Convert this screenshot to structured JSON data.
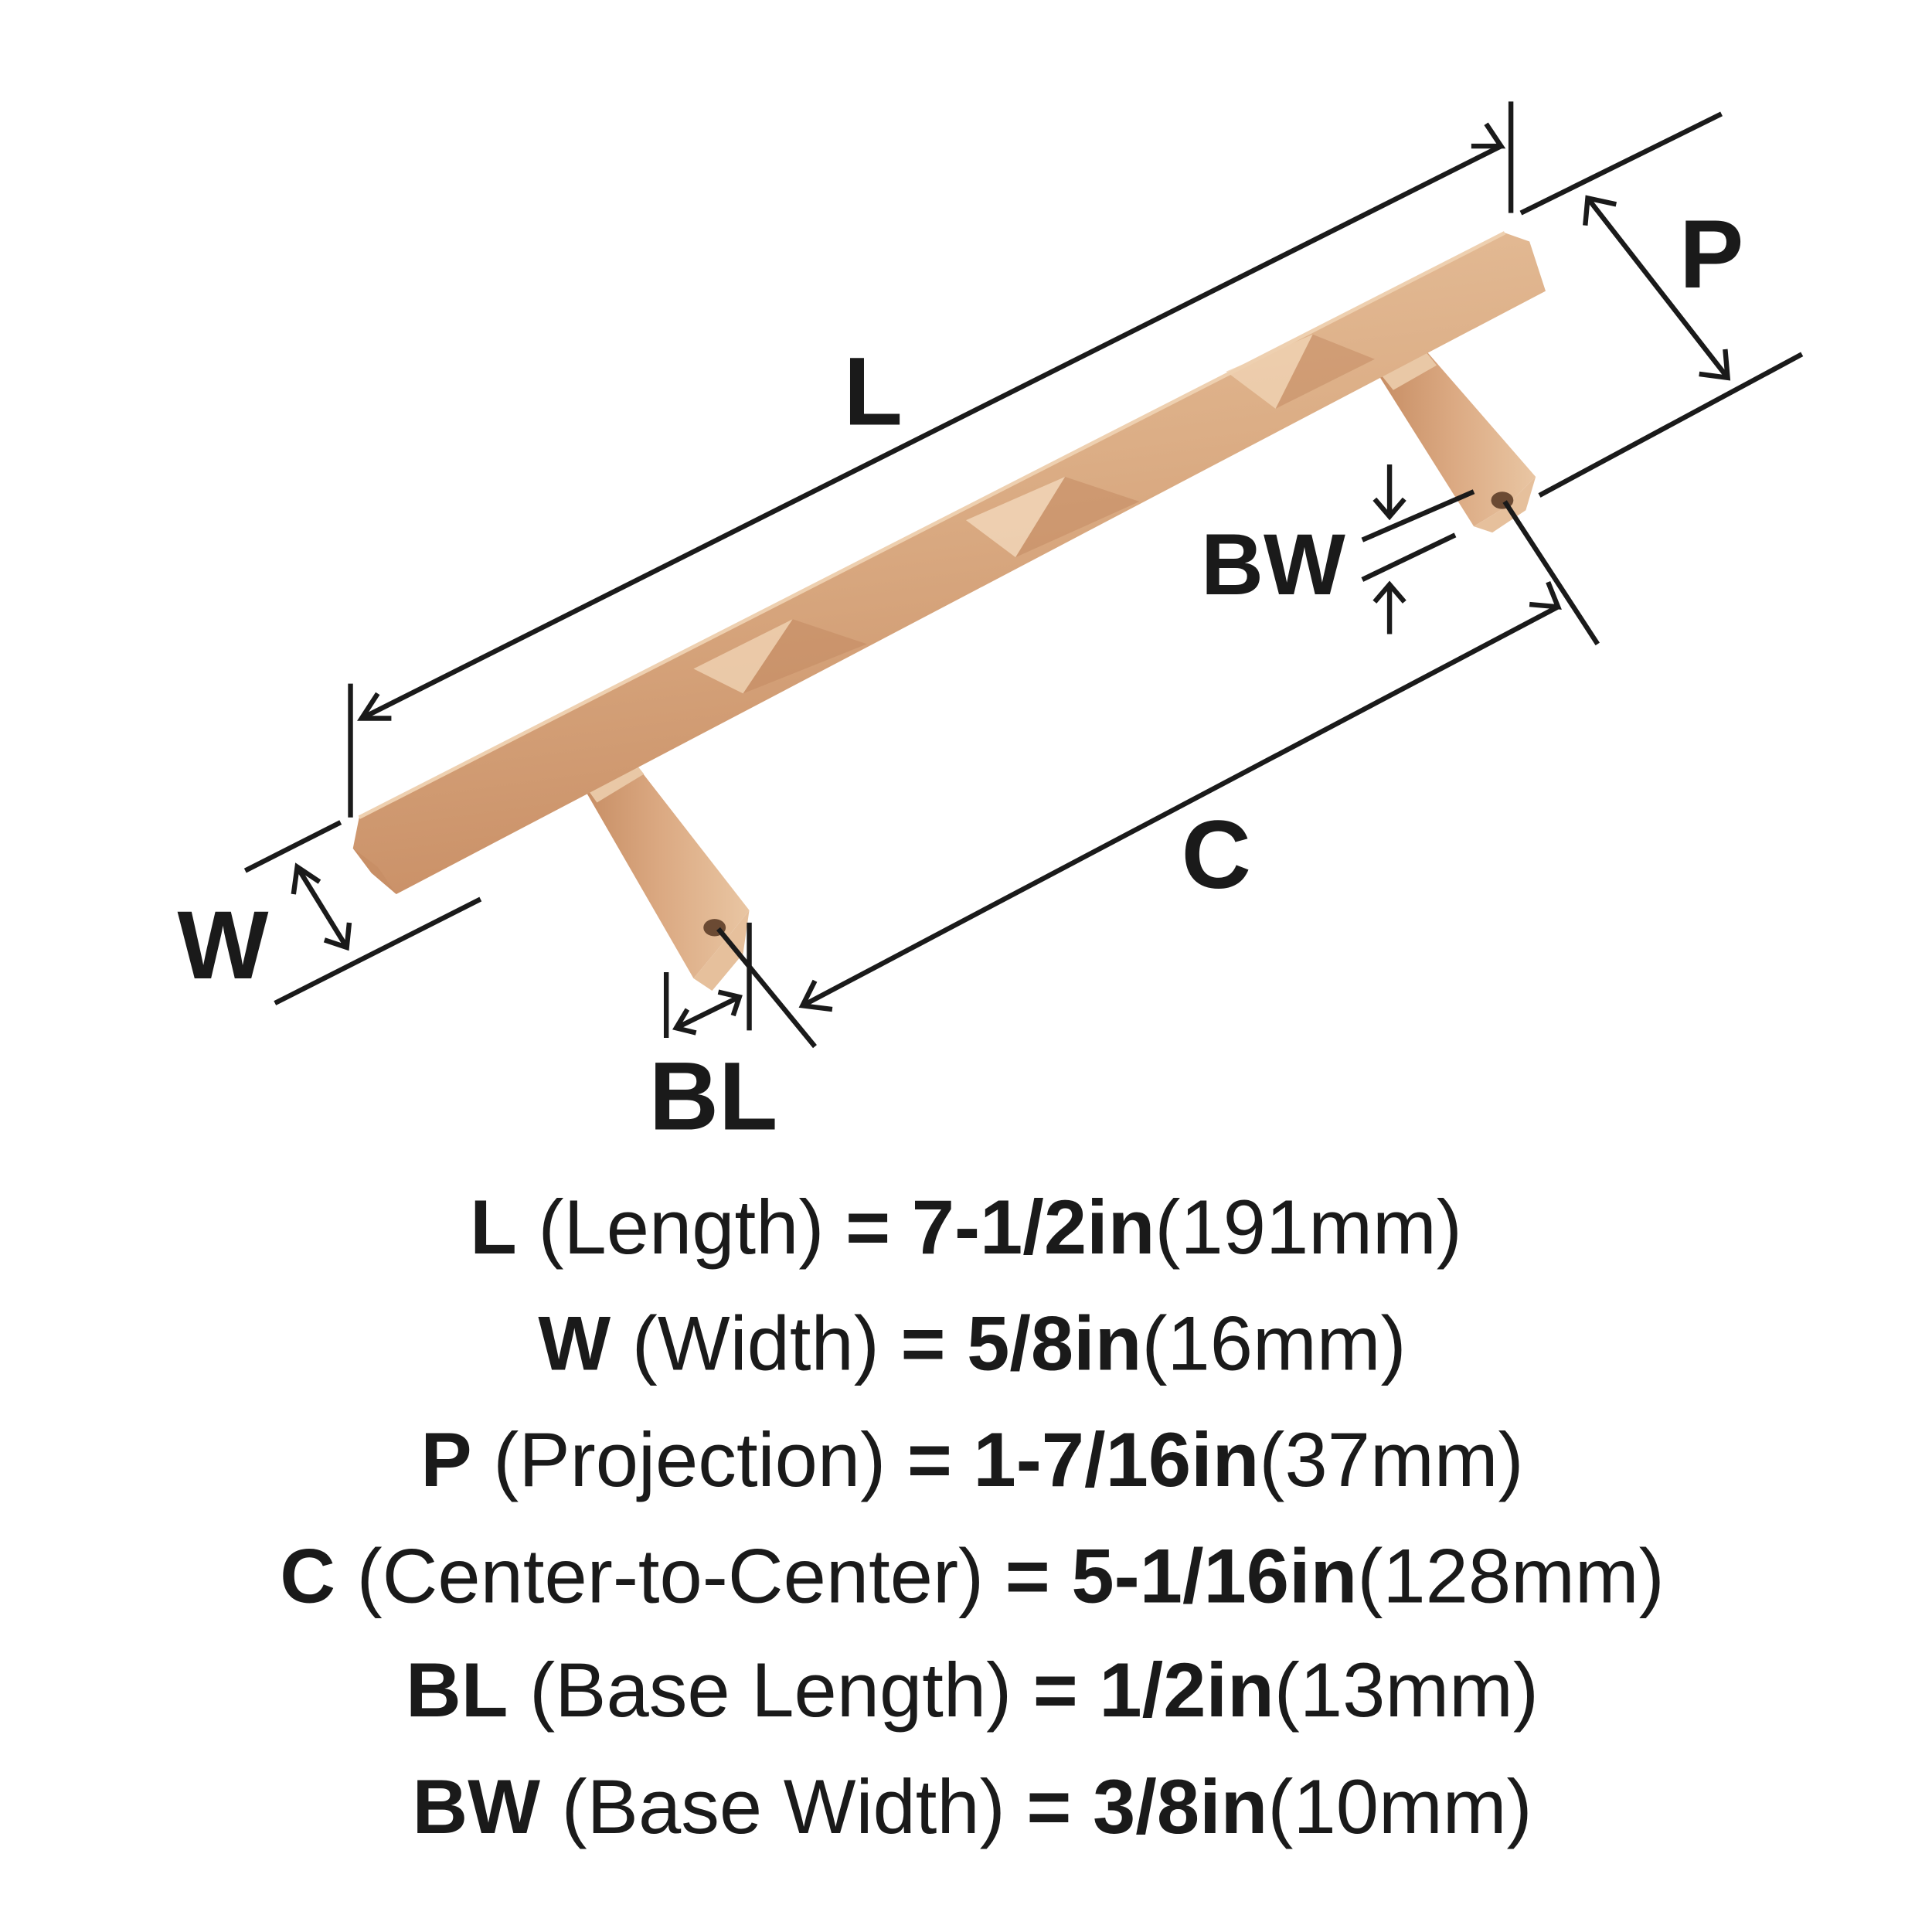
{
  "diagram": {
    "subject": "Cabinet bar pull handle dimension diagram",
    "finish_color": "#d9a77c",
    "line_color": "#1a1a1a",
    "labels": {
      "L": "L",
      "W": "W",
      "P": "P",
      "C": "C",
      "BL": "BL",
      "BW": "BW"
    }
  },
  "specs": [
    {
      "key": "L",
      "name": "(Length)",
      "eq": "=",
      "imperial": "7-1/2in",
      "metric": "(191mm)"
    },
    {
      "key": "W",
      "name": "(Width)",
      "eq": "=",
      "imperial": "5/8in",
      "metric": "(16mm)"
    },
    {
      "key": "P",
      "name": "(Projection)",
      "eq": "=",
      "imperial": "1-7/16in",
      "metric": "(37mm)"
    },
    {
      "key": "C",
      "name": "(Center-to-Center)",
      "eq": "=",
      "imperial": "5-1/16in",
      "metric": "(128mm)"
    },
    {
      "key": "BL",
      "name": "(Base Length)",
      "eq": "=",
      "imperial": "1/2in",
      "metric": "(13mm)"
    },
    {
      "key": "BW",
      "name": "(Base Width)",
      "eq": "=",
      "imperial": "3/8in",
      "metric": "(10mm)"
    }
  ]
}
